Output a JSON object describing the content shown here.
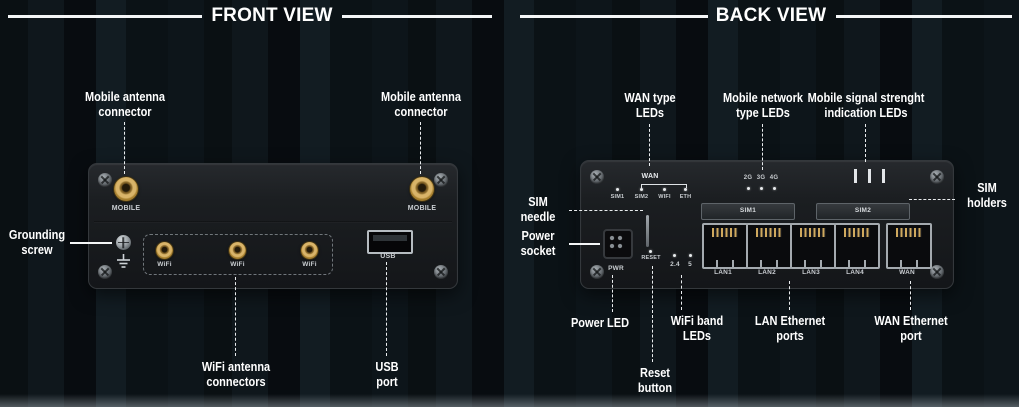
{
  "headers": {
    "front": "FRONT VIEW",
    "back": "BACK VIEW"
  },
  "colors": {
    "accent_gold": "#d9b469",
    "metal_silver": "#a4aaaf",
    "panel_body": "#1b1e21",
    "background": "#0b1216",
    "label_text": "#ffffff"
  },
  "front": {
    "callouts": {
      "mobile_left": "Mobile antenna connector",
      "mobile_right": "Mobile antenna connector",
      "grounding": "Grounding screw",
      "wifi": "WiFi antenna connectors",
      "usb": "USB port"
    },
    "device": {
      "mobile_left": "MOBILE",
      "mobile_right": "MOBILE",
      "wifi_labels": [
        "WiFi",
        "WiFi",
        "WiFi"
      ],
      "usb": "USB"
    }
  },
  "back": {
    "callouts": {
      "wan_type": "WAN type LEDs",
      "mobile_network_type": "Mobile network type LEDs",
      "mobile_signal": "Mobile signal strenght indication LEDs",
      "sim_holders": "SIM holders",
      "sim_needle": "SIM needle",
      "power_socket": "Power socket",
      "power_led": "Power LED",
      "wifi_band": "WiFi band LEDs",
      "lan_ports": "LAN Ethernet ports",
      "wan_port": "WAN Ethernet port",
      "reset": "Reset button"
    },
    "device": {
      "wan_bracket": "WAN",
      "status_leds": [
        "SIM1",
        "SIM2",
        "WIFI",
        "ETH"
      ],
      "network_type_leds": [
        "2G",
        "3G",
        "4G"
      ],
      "sim_slots": [
        "SIM1",
        "SIM2"
      ],
      "power": "PWR",
      "reset": "RESET",
      "wifi_bands": [
        "2.4",
        "5"
      ],
      "ports": [
        "LAN1",
        "LAN2",
        "LAN3",
        "LAN4",
        "WAN"
      ]
    }
  }
}
